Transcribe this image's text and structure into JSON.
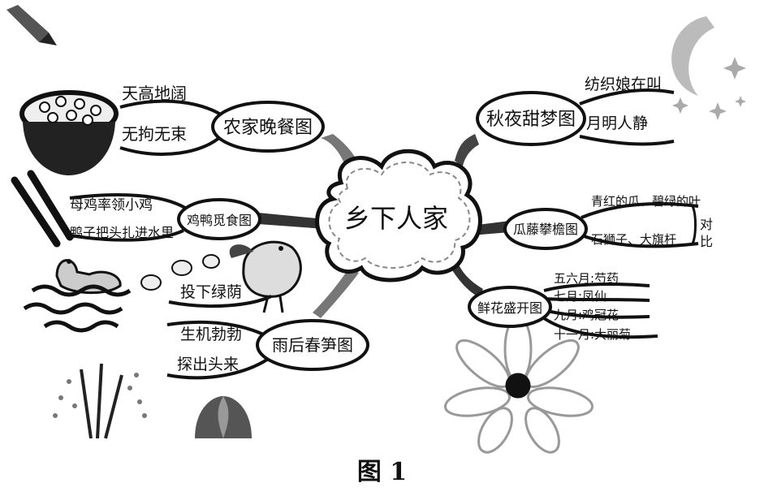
{
  "center": "乡下人家",
  "branches": {
    "dinner": {
      "title": "农家晚餐图",
      "items": [
        "天高地阔",
        "无拘无束"
      ]
    },
    "chicken": {
      "title": "鸡鸭觅食图",
      "items": [
        "母鸡率领小鸡",
        "鸭子把头扎进水里"
      ]
    },
    "bamboo": {
      "title": "雨后春笋图",
      "items": [
        "投下绿荫",
        "生机勃勃",
        "探出头来"
      ]
    },
    "night": {
      "title": "秋夜甜梦图",
      "items": [
        "纺织娘在叫",
        "月明人静"
      ]
    },
    "melon": {
      "title": "瓜藤攀檐图",
      "items": [
        "青红的瓜、碧绿的叶",
        "石狮子、大旗杆"
      ],
      "note": [
        "对",
        "比"
      ]
    },
    "flowers": {
      "title": "鲜花盛开图",
      "items": [
        "五六月:芍药",
        "七月:凤仙",
        "九月:鸡冠花",
        "十一月:大丽菊"
      ]
    }
  },
  "caption": "图 1"
}
